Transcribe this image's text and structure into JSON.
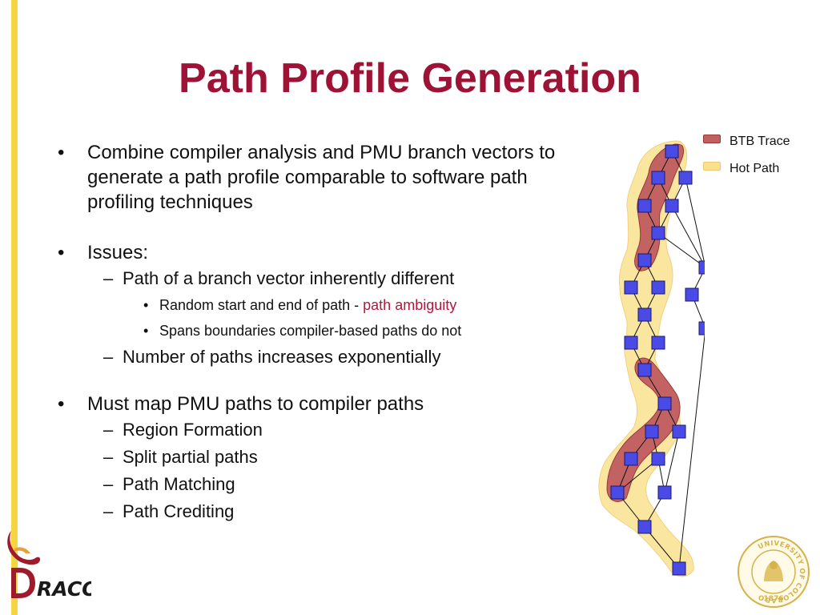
{
  "slide": {
    "title": "Path Profile Generation",
    "bullets": {
      "combine": "Combine compiler analysis and  PMU branch vectors to generate a path profile comparable to software path profiling techniques",
      "issues": "Issues:",
      "path_of_branch": "Path of a branch vector inherently different",
      "random_start": "Random start and end of path - ",
      "path_ambiguity": "path ambiguity",
      "spans": "Spans boundaries compiler-based paths do not",
      "num_paths": "Number of paths increases exponentially",
      "must_map": "Must map PMU paths to compiler paths",
      "region": "Region Formation",
      "split": "Split partial paths",
      "matching": "Path Matching",
      "crediting": "Path Crediting"
    },
    "legend": {
      "btb": "BTB Trace",
      "hot": "Hot Path"
    },
    "logo_text": "RACO",
    "seal_text": "UNIVERSITY OF COLORADO",
    "seal_year": "1876"
  },
  "colors": {
    "title": "#9e1236",
    "accent_bar": "#f3d640",
    "highlight_text": "#b01a3c",
    "node_fill": "#4a4ae6",
    "btb_trace": "#c06060",
    "hot_path": "#fbe090"
  }
}
